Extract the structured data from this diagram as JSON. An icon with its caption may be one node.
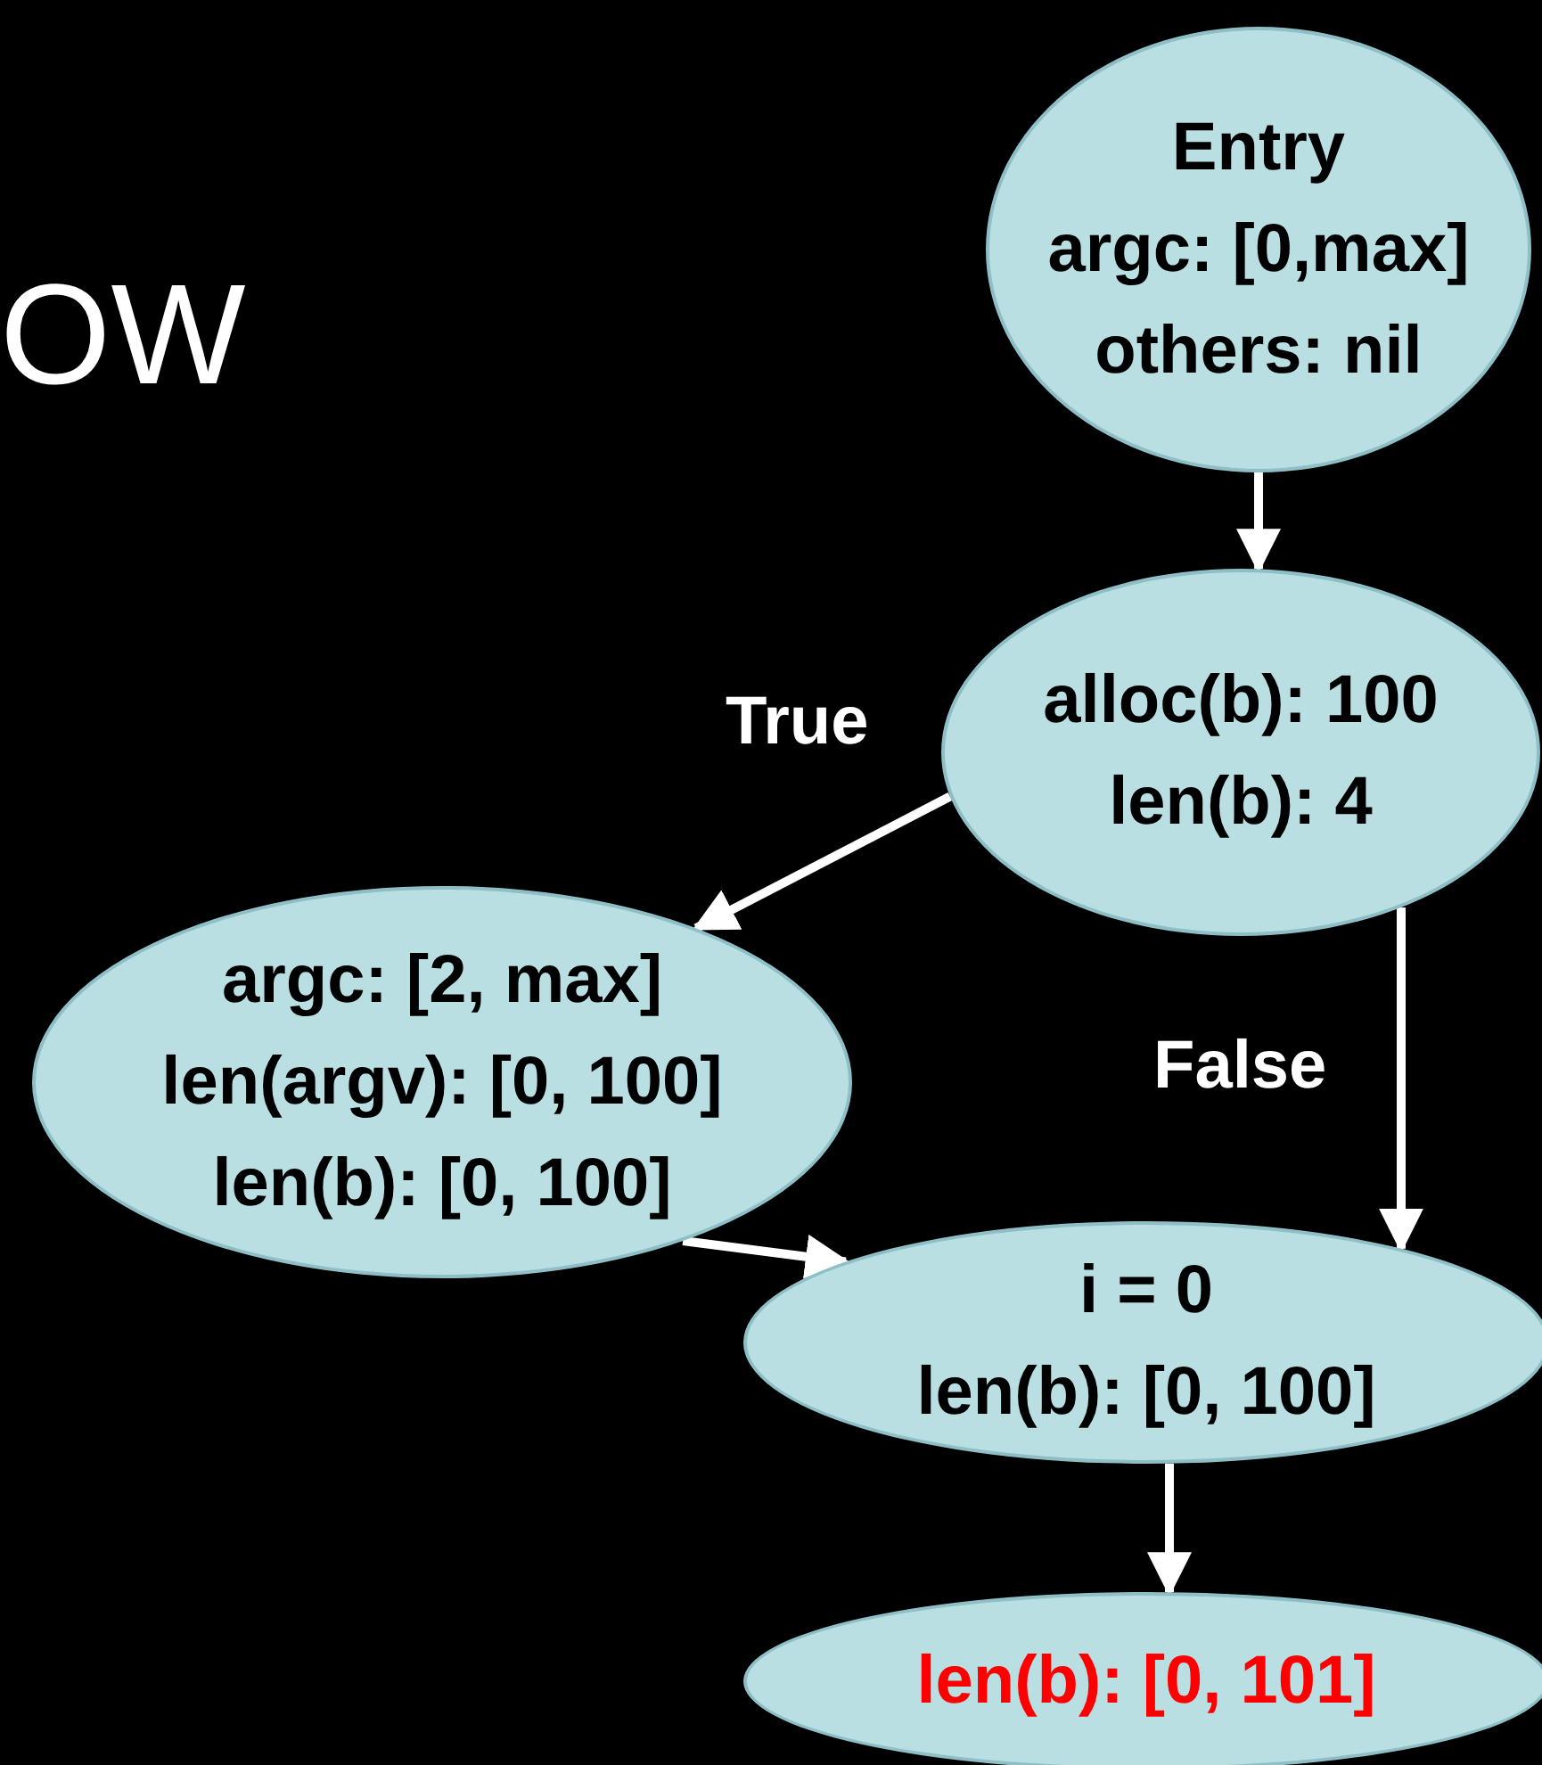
{
  "diagram": {
    "nodes": [
      {
        "text": [
          "Entry",
          "argc: [0,max]",
          "others: nil"
        ]
      },
      {
        "text": [
          "alloc(b): 100",
          "len(b): 4"
        ]
      },
      {
        "text": [
          "argc: [2, max]",
          "len(argv): [0, 100]",
          "len(b): [0, 100]"
        ]
      },
      {
        "text": [
          "i = 0",
          "len(b): [0, 100]"
        ]
      },
      {
        "text": [
          "len(b): [0, 101]"
        ]
      }
    ],
    "edges": [
      {
        "from": 0,
        "to": 1,
        "arrow": "to"
      },
      {
        "from": 1,
        "to": 2,
        "arrow": "to",
        "label": "True"
      },
      {
        "from": 1,
        "to": 3,
        "arrow": "to",
        "label": "False"
      },
      {
        "from": 2,
        "to": 3,
        "arrow": "to"
      },
      {
        "from": 3,
        "to": 4,
        "arrow": "to"
      }
    ],
    "labels": [
      "OW"
    ]
  }
}
